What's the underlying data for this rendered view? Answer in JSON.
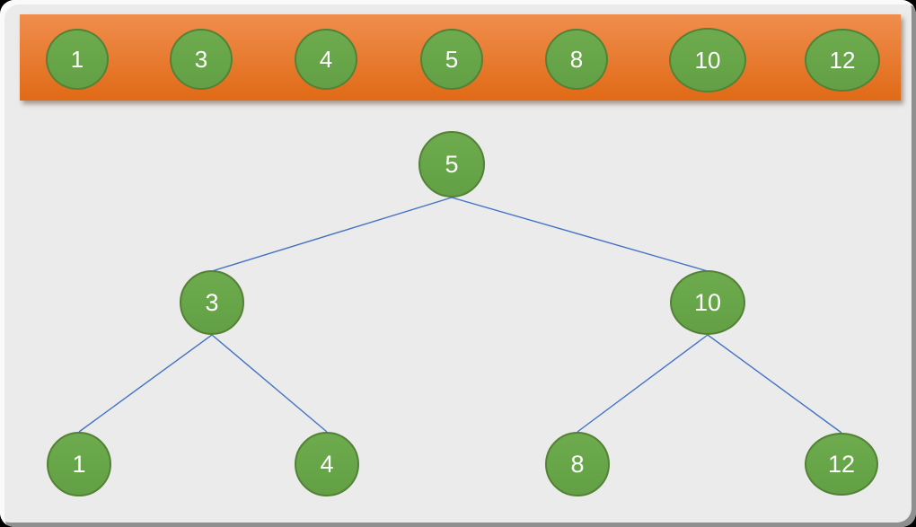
{
  "banner": {
    "values": [
      "1",
      "3",
      "4",
      "5",
      "8",
      "10",
      "12"
    ]
  },
  "tree": {
    "values": {
      "root": "5",
      "left": "3",
      "right": "10",
      "leaf_a": "1",
      "leaf_b": "4",
      "leaf_c": "8",
      "leaf_d": "12"
    }
  },
  "colors": {
    "canvas_bg": "#ebebeb",
    "frame_light": "#fafafa",
    "frame_dark": "#8f8f8f",
    "banner_top": "#f08e4e",
    "banner_bottom": "#e06a16",
    "node_fill": "#6dab4e",
    "node_fill_low": "#63a045",
    "node_border": "#538135",
    "node_text": "#ffffff",
    "edge": "#4472c4"
  }
}
